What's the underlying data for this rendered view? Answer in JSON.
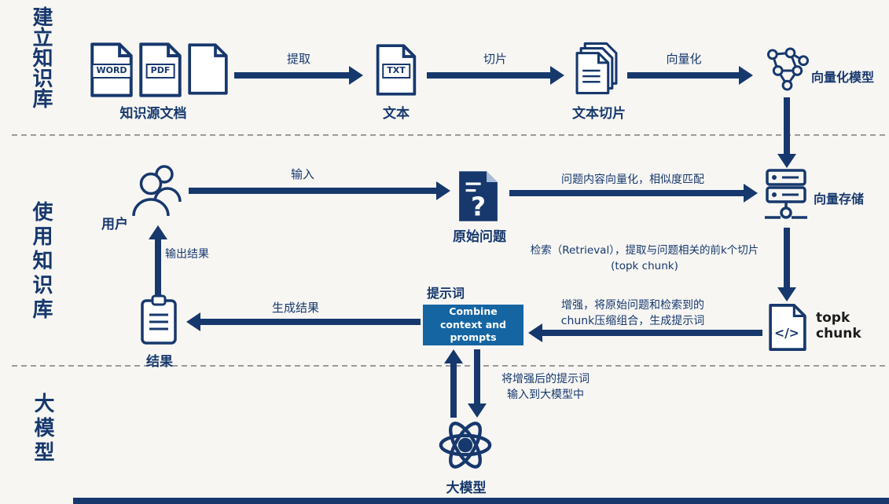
{
  "colors": {
    "navy": "#17386d",
    "box_blue": "#1565a3",
    "background": "#f7f6f3",
    "dash_gray": "#9b9b9b",
    "topk_text": "#1c1c1c"
  },
  "icons": {
    "source_docs": "word-doc-icon / pdf-doc-icon / blank-doc-icon",
    "text": "txt-doc-icon",
    "chunks": "stacked-docs-icon",
    "vector_model": "network-graph-icon",
    "user": "people-icon",
    "question": "question-doc-icon",
    "vector_store": "server-icon",
    "topk": "code-doc-icon",
    "result": "clipboard-icon",
    "model": "atom-icon"
  },
  "sections": {
    "build": {
      "label": "建立知识库"
    },
    "use": {
      "label": "使用知识库"
    },
    "model": {
      "label": "大模型"
    }
  },
  "nodes": {
    "source_docs": {
      "label": "知识源文档",
      "word_badge": "WORD",
      "pdf_badge": "PDF"
    },
    "text": {
      "label": "文本",
      "badge": "TXT"
    },
    "chunks": {
      "label": "文本切片"
    },
    "vector_model": {
      "label": "向量化模型"
    },
    "user": {
      "label": "用户"
    },
    "question": {
      "label": "原始问题",
      "glyph": "?"
    },
    "vector_store": {
      "label": "向量存储"
    },
    "topk": {
      "label": "topk chunk",
      "glyph": "</>"
    },
    "prompt": {
      "title": "提示词",
      "box_label": "Combine context and prompts"
    },
    "result": {
      "label": "结果"
    },
    "model": {
      "label": "大模型"
    }
  },
  "arrows": {
    "extract": {
      "label": "提取"
    },
    "slice": {
      "label": "切片"
    },
    "vectorize": {
      "label": "向量化"
    },
    "input": {
      "label": "输入"
    },
    "match": {
      "label": "问题内容向量化，相似度匹配"
    },
    "retrieval": {
      "line1": "检索（Retrieval），提取与问题相关的前k个切片",
      "line2": "(topk chunk)"
    },
    "augment": {
      "line1": "增强，将原始问题和检索到的",
      "line2": "chunk压缩组合，生成提示词"
    },
    "generate": {
      "label": "生成结果"
    },
    "output": {
      "label": "输出结果"
    },
    "to_model": {
      "line1": "将增强后的提示词",
      "line2": "输入到大模型中"
    }
  }
}
